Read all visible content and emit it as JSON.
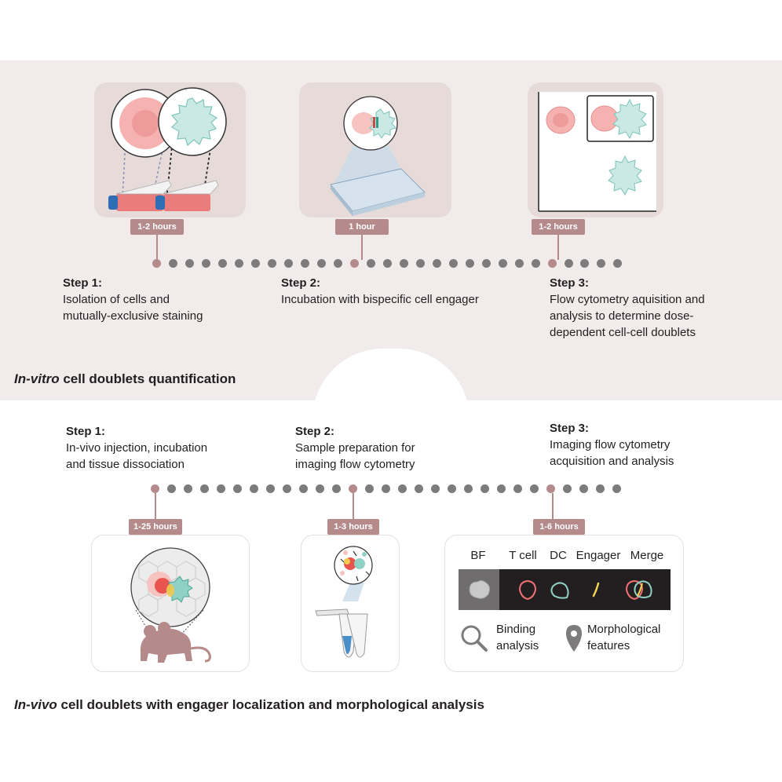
{
  "invitro": {
    "title_italic": "In-vitro",
    "title_rest": " cell doublets quantification",
    "steps": [
      {
        "tag": "1-2 hours",
        "title": "Step 1:",
        "line1": "Isolation of cells and",
        "line2": "mutually-exclusive staining",
        "line3": ""
      },
      {
        "tag": "1 hour",
        "title": "Step 2:",
        "line1": "Incubation with bispecific cell engager",
        "line2": "",
        "line3": ""
      },
      {
        "tag": "1-2 hours",
        "title": "Step 3:",
        "line1": "Flow cytometry aquisition and",
        "line2": "analysis to determine dose-",
        "line3": "dependent cell-cell doublets"
      }
    ]
  },
  "invivo": {
    "title_italic": "In-vivo",
    "title_rest": " cell doublets with engager localization and morphological analysis",
    "steps": [
      {
        "tag": "1-25 hours",
        "title": "Step 1:",
        "line1": "In-vivo injection, incubation",
        "line2": "and tissue dissociation"
      },
      {
        "tag": "1-3 hours",
        "title": "Step 2:",
        "line1": "Sample preparation for",
        "line2": "imaging flow cytometry"
      },
      {
        "tag": "1-6 hours",
        "title": "Step 3:",
        "line1": "Imaging flow cytometry",
        "line2": "acquisition and analysis"
      }
    ],
    "channels": [
      "BF",
      "T cell",
      "DC",
      "Engager",
      "Merge"
    ],
    "legend": {
      "binding_line1": "Binding",
      "binding_line2": "analysis",
      "morph_line1": "Morphological",
      "morph_line2": "features"
    }
  },
  "colors": {
    "accent": "#b58a8a",
    "panel": "#f1eceb",
    "card": "#e6dbd9",
    "dot": "#7d7b7b",
    "tcell": "#f28b8b",
    "dc": "#a8d8d2",
    "engager": "#f2d552"
  }
}
